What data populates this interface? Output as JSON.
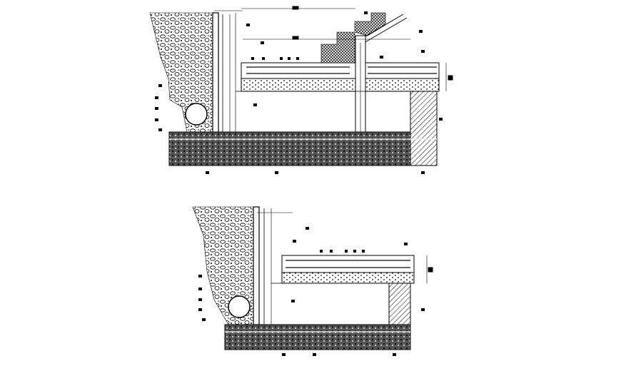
{
  "drawing": {
    "type": "cad-section-detail",
    "views": [
      "upper-section",
      "lower-section"
    ],
    "colors": {
      "background": "#ffffff",
      "line": "#000000",
      "label-block": "#000000"
    }
  }
}
